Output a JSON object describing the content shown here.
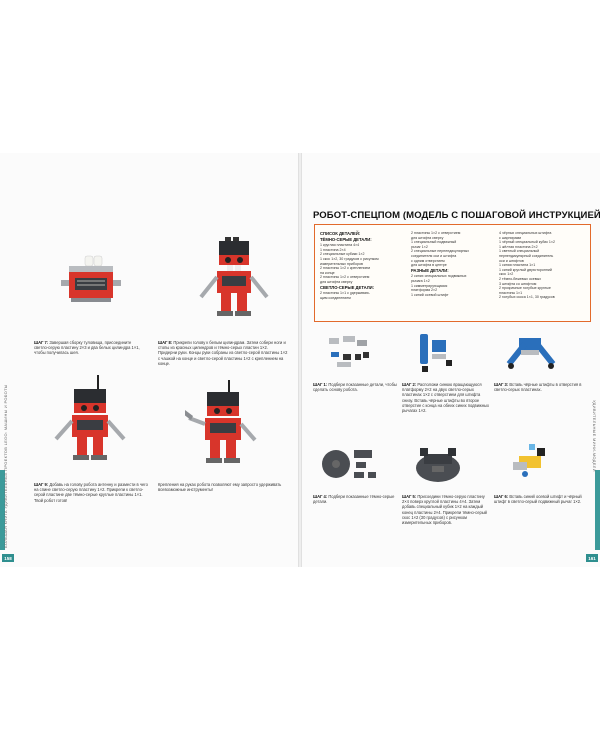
{
  "left_page": {
    "page_number": "158",
    "side_text": "БОЛЬШАЯ КНИГА УДИВИТЕЛЬНЫХ ПРОЕКТОВ LEGO: МАШИНЫ И РОБОТЫ",
    "steps": [
      {
        "label": "ШАГ 7:",
        "text": "Завершая сборку туловища, присоедините светло-серую пластину 2×3 и два белых цилиндра 1×1, чтобы получилась шея."
      },
      {
        "label": "ШАГ 8:",
        "text": "Прикрепи голову к белым цилиндрам. Затем собери ноги и стопы из красных цилиндров и тёмно-серых пластин 1×2. Придерни руки. Концы руки собраны из светло-серой пластины 1×2 с чашкой на конце и светло-серой пластины 1×2 с креплением на конце."
      },
      {
        "label": "ШАГ 9:",
        "text": "Добавь на голову робота антенну и размести в чего на спине светло-серую пластину 1×2. Прикрепи к светло-серой пластине две тёмно-серые круглые пластины 1×1. Твой робот готов!"
      },
      {
        "label": "",
        "text": "Крепления на руках робота позволяют ему запросто удерживать всевозможные инструменты!"
      }
    ]
  },
  "right_page": {
    "page_number": "161",
    "side_text": "УДИВИТЕЛЬНЫЕ МИНИ-МОДЕЛИ",
    "title": "РОБОТ-СПЕЦПОМ (МОДЕЛЬ С ПОШАГОВОЙ ИНСТРУКЦИЕЙ)",
    "parts_list": {
      "heading": "СПИСОК ДЕТАЛЕЙ:",
      "col1": [
        {
          "h": "ТЁМНО-СЕРЫЕ ДЕТАЛИ:"
        },
        {
          "t": "1 круглая пластина 4×4"
        },
        {
          "t": "1 пластина 2×4"
        },
        {
          "t": "2 специальные кубики 1×2"
        },
        {
          "t": "1 скос 1×2, 30 градусов с рисунком"
        },
        {
          "t": "измерительных приборов"
        },
        {
          "t": "2 пластины 1×2 с креплением"
        },
        {
          "t": "на конце"
        },
        {
          "t": "2 пластины 1×2 с отверстием"
        },
        {
          "t": "для штифта сверху"
        },
        {
          "h": "СВЕТЛО-СЕРЫЕ ДЕТАЛИ:"
        },
        {
          "t": "2 пластины 1×1 с удерживаю-"
        },
        {
          "t": "щим соединением"
        }
      ],
      "col2": [
        {
          "t": "2 пластины 1×2 с отверстием"
        },
        {
          "t": "для штифта сверху"
        },
        {
          "t": "1 специальный подвижный"
        },
        {
          "t": "рычаг 1×2"
        },
        {
          "t": "2 специальные перпендикулярных"
        },
        {
          "t": "соединителя оси и штифта"
        },
        {
          "t": "с одним отверстием"
        },
        {
          "t": "для штифта в центре"
        },
        {
          "h": "РАЗНЫЕ ДЕТАЛИ:"
        },
        {
          "t": "2 синих специальных подвижных"
        },
        {
          "t": "рычага 1×2"
        },
        {
          "t": "1 симметрирующаяся"
        },
        {
          "t": "платформа 2×2"
        },
        {
          "t": "1 синий осевой штифт"
        }
      ],
      "col3": [
        {
          "t": "4 чёрных специальных штифта"
        },
        {
          "t": "с шарнирами"
        },
        {
          "t": "1 чёрный специальный кубик 1×2"
        },
        {
          "t": "1 жёлтая пластина 2×2"
        },
        {
          "t": "1 светлый специальный"
        },
        {
          "t": "перпендикулярный соединитель"
        },
        {
          "t": "оси и штифтов"
        },
        {
          "t": "1 синяя пластина 1×1"
        },
        {
          "t": "1 синий круглый двухсторонний"
        },
        {
          "t": "скос 1×2"
        },
        {
          "t": "2 тёмно-бежевых осевых"
        },
        {
          "t": "3 штифта со штифтом"
        },
        {
          "t": "2 прозрачные голубые круглые"
        },
        {
          "t": "пластины 1×1"
        },
        {
          "t": "2 голубых скоса 1×1, 30 градусов"
        }
      ]
    },
    "steps": [
      {
        "label": "ШАГ 1:",
        "text": "Подбери показанные детали, чтобы сделать основу робота."
      },
      {
        "label": "ШАГ 2:",
        "text": "Расположи синюю вращающуюся платформу 2×2 на двух светло-серых пластинах 1×2 с отверстием для штифта снизу. Вставь чёрные штифты во второе отверстие с конца на обеих синих подвижных рычагах 1×2."
      },
      {
        "label": "ШАГ 3:",
        "text": "Вставь чёрные штифты в отверстия в светло-серых пластинах."
      },
      {
        "label": "ШАГ 4:",
        "text": "Подбери показанные тёмно-серые детали."
      },
      {
        "label": "ШАГ 5:",
        "text": "Присоедини тёмно-серую пластину 2×4 поверх круглой пластины 4×4. Затем добавь специальный кубик 1×2 на каждый конец пластины 2×4. Прикрепи тёмно-серый скос 1×2 (30 градусов) с рисунком измерительных приборов."
      },
      {
        "label": "ШАГ 6:",
        "text": "Вставь синий осевой штифт и чёрный штифт в светло-серый подвижный рычаг 1×2."
      }
    ]
  },
  "colors": {
    "accent_orange": "#e26a2c",
    "teal": "#2f8f8f",
    "lego_red": "#d8352b",
    "lego_blue": "#2a6fbb"
  }
}
